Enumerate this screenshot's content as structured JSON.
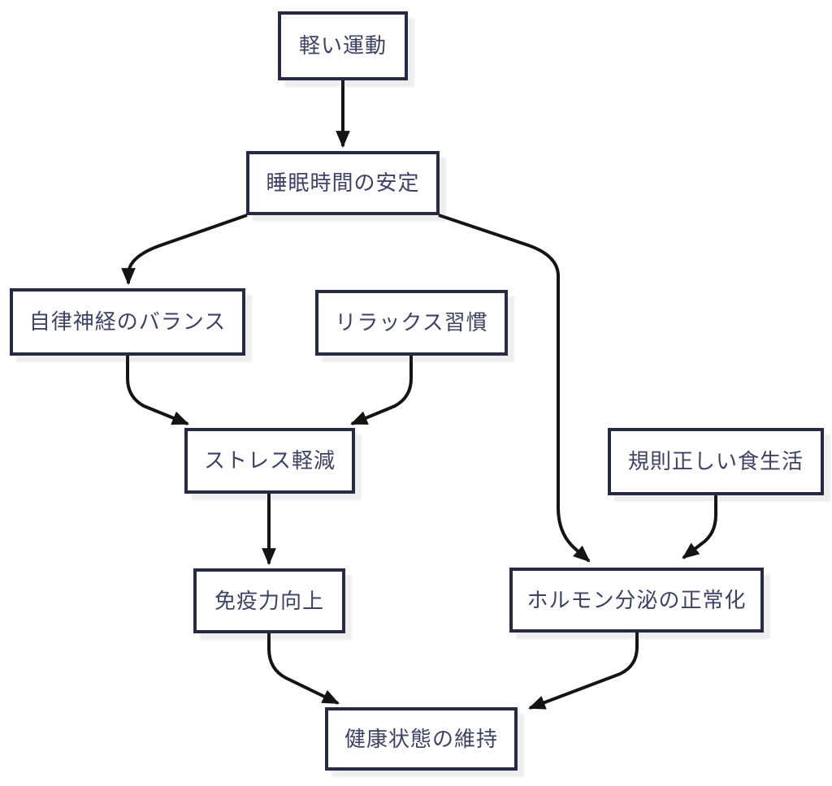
{
  "diagram": {
    "type": "flowchart",
    "direction": "top-down",
    "title": "",
    "nodes": [
      {
        "id": "light-exercise",
        "label": "軽い運動"
      },
      {
        "id": "stable-sleep",
        "label": "睡眠時間の安定"
      },
      {
        "id": "autonomic-balance",
        "label": "自律神経のバランス"
      },
      {
        "id": "relax-habit",
        "label": "リラックス習慣"
      },
      {
        "id": "stress-reduction",
        "label": "ストレス軽減"
      },
      {
        "id": "regular-diet",
        "label": "規則正しい食生活"
      },
      {
        "id": "immunity-boost",
        "label": "免疫力向上"
      },
      {
        "id": "hormone-normalization",
        "label": "ホルモン分泌の正常化"
      },
      {
        "id": "health-maintenance",
        "label": "健康状態の維持"
      }
    ],
    "edges": [
      {
        "from": "軽い運動",
        "to": "睡眠時間の安定"
      },
      {
        "from": "睡眠時間の安定",
        "to": "自律神経のバランス"
      },
      {
        "from": "睡眠時間の安定",
        "to": "ホルモン分泌の正常化"
      },
      {
        "from": "自律神経のバランス",
        "to": "ストレス軽減"
      },
      {
        "from": "リラックス習慣",
        "to": "ストレス軽減"
      },
      {
        "from": "ストレス軽減",
        "to": "免疫力向上"
      },
      {
        "from": "規則正しい食生活",
        "to": "ホルモン分泌の正常化"
      },
      {
        "from": "免疫力向上",
        "to": "健康状態の維持"
      },
      {
        "from": "ホルモン分泌の正常化",
        "to": "健康状態の維持"
      }
    ],
    "colors": {
      "background": "#ffffff",
      "node_fill": "#ffffff",
      "node_border": "#262b42",
      "node_text": "#3e4263",
      "edge_stroke": "#141414",
      "shadow": "#ededef"
    }
  }
}
